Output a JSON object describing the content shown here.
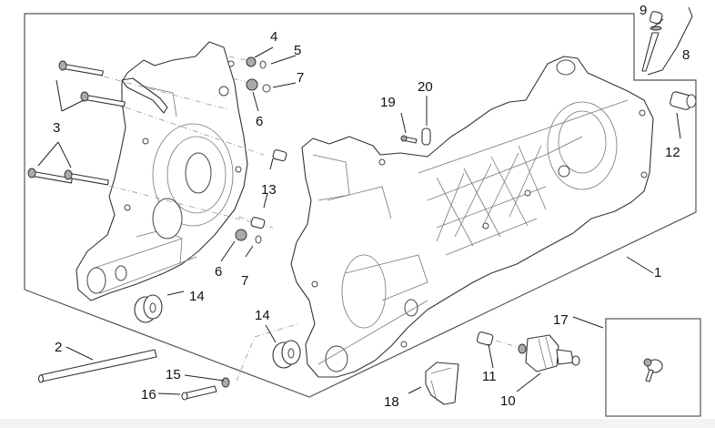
{
  "diagram": {
    "title": "Crankcase exploded view",
    "callouts": [
      {
        "id": "1",
        "label": "1"
      },
      {
        "id": "2",
        "label": "2"
      },
      {
        "id": "3",
        "label": "3"
      },
      {
        "id": "4",
        "label": "4"
      },
      {
        "id": "5",
        "label": "5"
      },
      {
        "id": "6a",
        "label": "6"
      },
      {
        "id": "6b",
        "label": "6"
      },
      {
        "id": "7a",
        "label": "7"
      },
      {
        "id": "7b",
        "label": "7"
      },
      {
        "id": "8",
        "label": "8"
      },
      {
        "id": "9",
        "label": "9"
      },
      {
        "id": "10",
        "label": "10"
      },
      {
        "id": "11",
        "label": "11"
      },
      {
        "id": "12",
        "label": "12"
      },
      {
        "id": "13",
        "label": "13"
      },
      {
        "id": "14a",
        "label": "14"
      },
      {
        "id": "14b",
        "label": "14"
      },
      {
        "id": "15",
        "label": "15"
      },
      {
        "id": "16",
        "label": "16"
      },
      {
        "id": "17",
        "label": "17"
      },
      {
        "id": "18",
        "label": "18"
      },
      {
        "id": "19",
        "label": "19"
      },
      {
        "id": "20",
        "label": "20"
      }
    ],
    "parts": {
      "crankcase_assembly": "crankcase-icon",
      "stud": "stud-icon",
      "screw": "screw-icon",
      "nut": "nut-icon",
      "washer": "washer-icon",
      "oil_dipstick": "dipstick-icon",
      "o_ring": "o-ring-icon",
      "starter_drive": "starter-drive-icon",
      "bushing": "bushing-icon",
      "dowel": "dowel-icon",
      "silent_block": "silent-block-icon",
      "sensor": "sensor-icon",
      "cover": "cover-icon",
      "plate": "plate-icon"
    },
    "colors": {
      "line": "#333333",
      "frame": "#555555",
      "background": "#ffffff",
      "strip": "#f3f3f3"
    }
  }
}
